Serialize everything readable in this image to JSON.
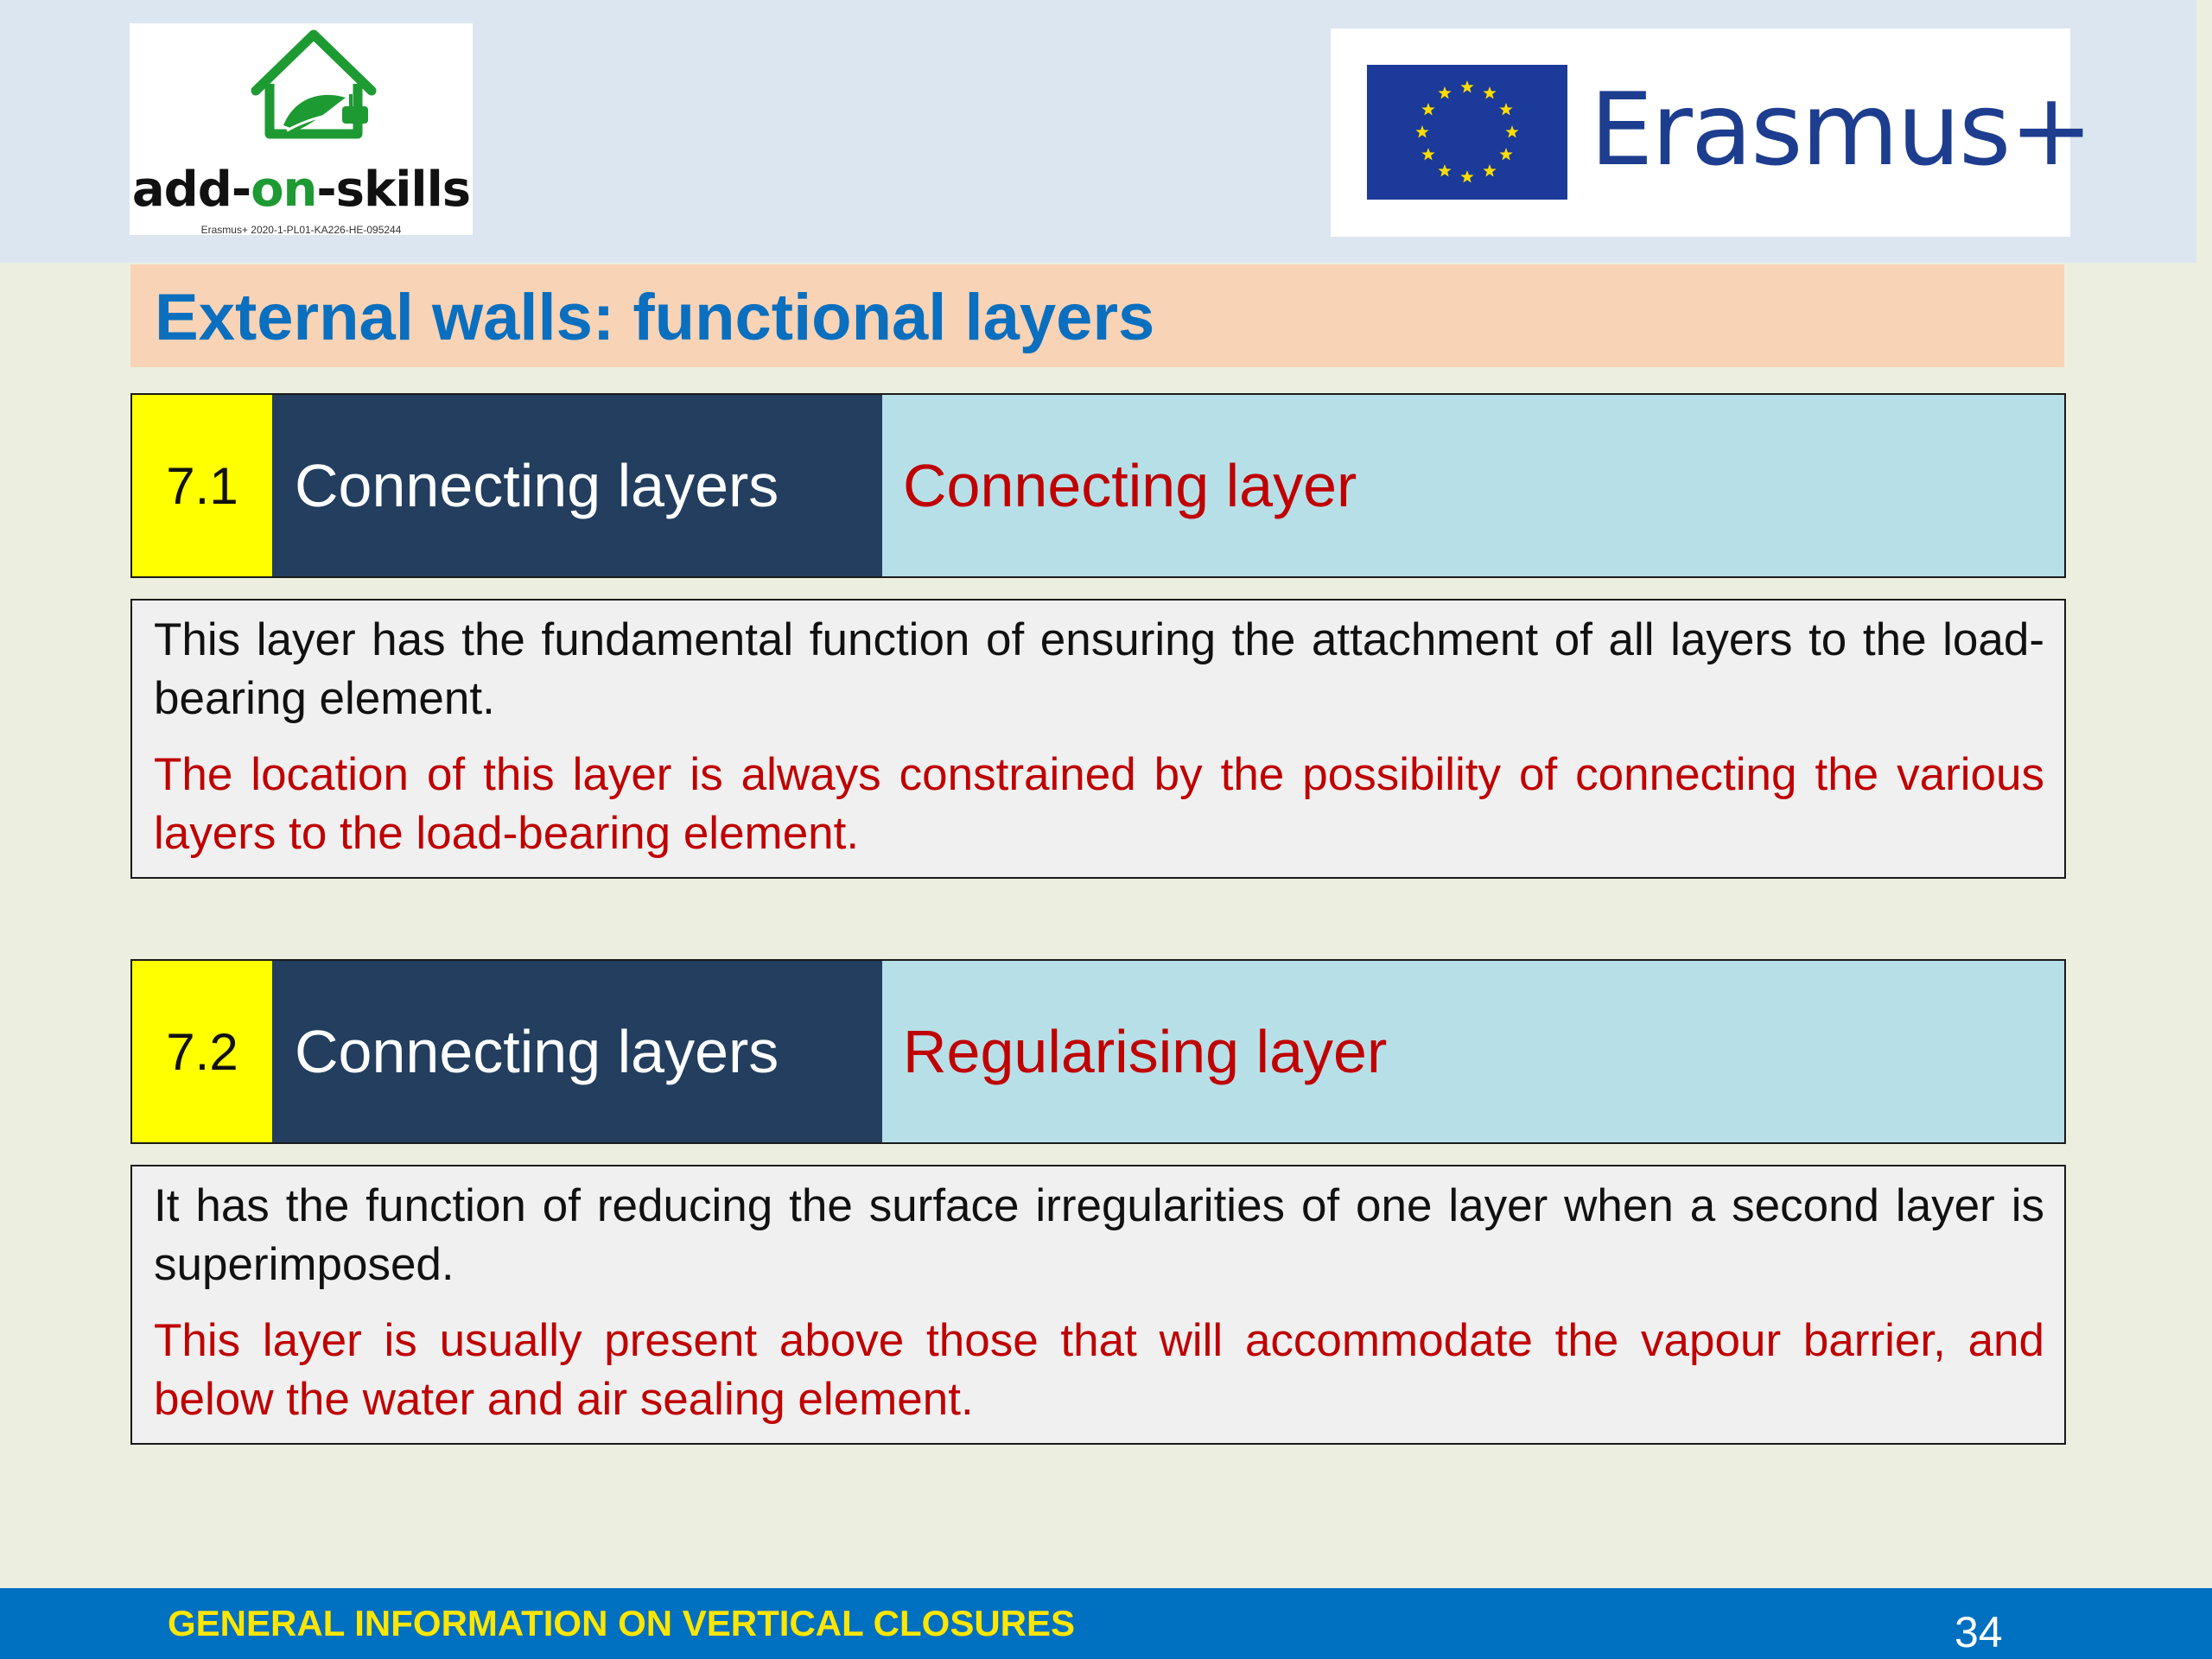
{
  "header": {
    "left_logo": {
      "brand_prefix": "add-",
      "brand_mid": "on",
      "brand_suffix": "-skills",
      "project_code": "Erasmus+ 2020-1-PL01-KA226-HE-095244"
    },
    "right_logo": {
      "wordmark": "Erasmus+",
      "flag_colors": {
        "background": "#1b3a9a",
        "stars": "#ffdd00"
      }
    }
  },
  "slide": {
    "title": "External walls: functional layers"
  },
  "sections": [
    {
      "number": "7.1",
      "category": "Connecting layers",
      "layer_name": "Connecting layer",
      "description": "This layer has the fundamental function of ensuring the attachment of all layers to the load-bearing element.",
      "note": "The location of this layer is always constrained by the possibility of connecting the various layers to the load-bearing element."
    },
    {
      "number": "7.2",
      "category": "Connecting layers",
      "layer_name": "Regularising layer",
      "description": "It has the function of reducing the surface irregularities of one layer when a second layer is superimposed.",
      "note": "This layer is usually present above those that will accommodate the vapour barrier, and below the water and air sealing element."
    }
  ],
  "footer": {
    "label": "GENERAL INFORMATION ON VERTICAL CLOSURES",
    "page_number": "34"
  },
  "colors": {
    "title": "#0a6fbe",
    "accent_red": "#c00000",
    "number_bg": "#ffff00",
    "category_bg": "#233e5e",
    "layer_bg": "#b7dfe8",
    "footer_bg": "#0070c0",
    "footer_text": "#ffe600"
  }
}
